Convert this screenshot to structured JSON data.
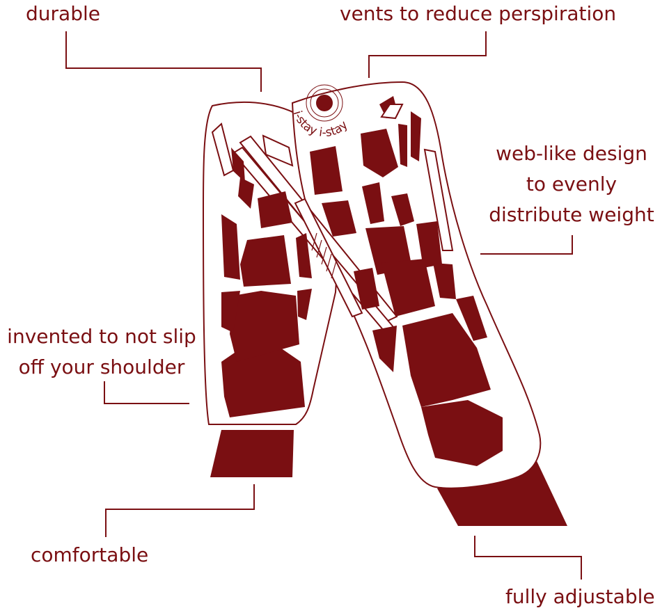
{
  "colors": {
    "maroon": "#7a0f12",
    "background": "#ffffff"
  },
  "labels": {
    "durable": "durable",
    "vents": "vents to reduce perspiration",
    "web_line1": "web-like design",
    "web_line2": "to evenly",
    "web_line3": "distribute weight",
    "slip_line1": "invented to not slip",
    "slip_line2": "off your shoulder",
    "comfortable": "comfortable",
    "adjustable": "fully adjustable"
  },
  "logo_text": "i-stay i-stay"
}
